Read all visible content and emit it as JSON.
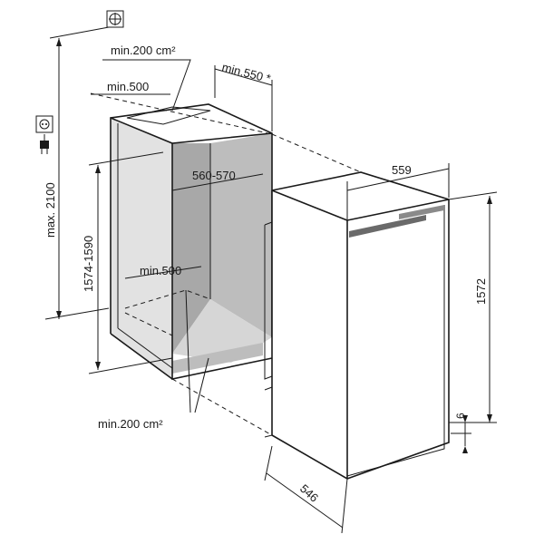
{
  "diagram": {
    "labels": {
      "top_vent": "min.200 cm²",
      "depth_top": "min.550 *",
      "rear_top": "min.500",
      "niche_width": "560-570",
      "rear_bottom": "min.500",
      "bottom_vent": "min.200 cm²",
      "max_height": "max. 2100",
      "niche_height": "1574-1590",
      "appliance_width": "559",
      "appliance_height": "1572",
      "appliance_depth": "546",
      "gap_bottom": "6"
    },
    "icons": {
      "ground": "earth-ground-icon",
      "socket": "power-socket-icon",
      "plug": "power-plug-icon"
    },
    "colors": {
      "line": "#1a1a1a",
      "niche_interior": "#a8a8a8",
      "niche_floor": "#d6d6d6"
    }
  }
}
